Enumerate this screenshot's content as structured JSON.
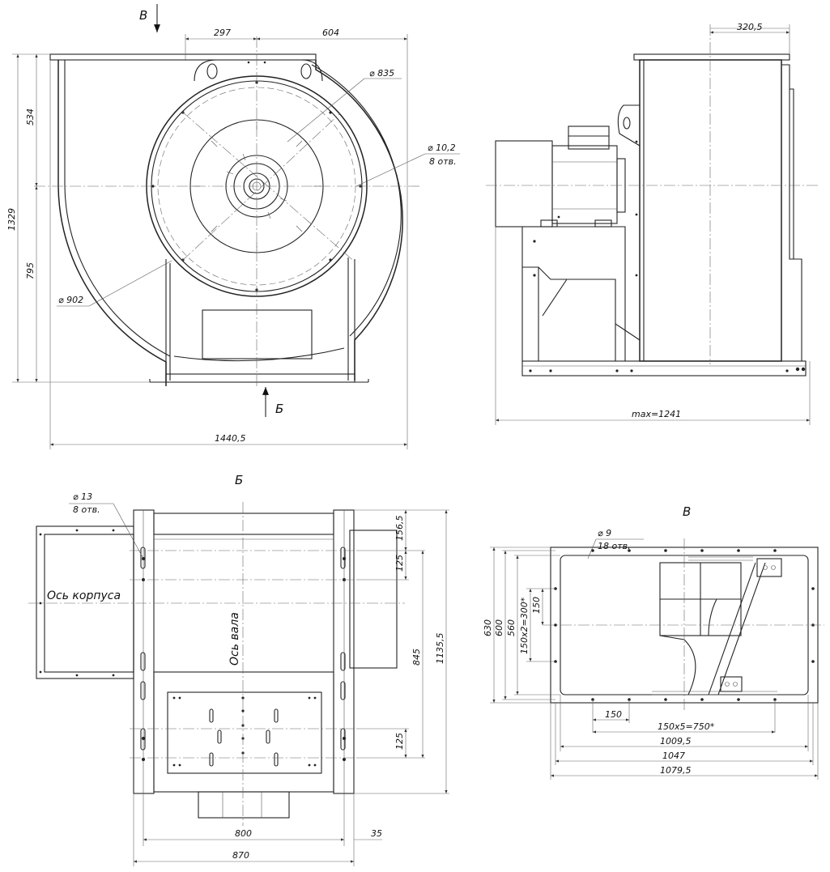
{
  "front_view": {
    "arrow_top": "В",
    "arrow_bottom": "Б",
    "dim_297": "297",
    "dim_604": "604",
    "dim_534": "534",
    "dim_795": "795",
    "dim_1329": "1329",
    "dim_1440": "1440,5",
    "dia_835": "⌀ 835",
    "dia_902": "⌀ 902",
    "dia_10": "⌀ 10,2",
    "holes_8": "8 отв."
  },
  "side_view": {
    "dim_320": "320,5",
    "dim_max": "max=1241"
  },
  "bottom_view": {
    "title": "Б",
    "dia_13": "⌀ 13",
    "holes_8": "8 отв.",
    "axis_body": "Ось корпуса",
    "axis_shaft": "Ось вала",
    "dim_156": "156,5",
    "dim_125a": "125",
    "dim_125b": "125",
    "dim_845": "845",
    "dim_1135": "1135,5",
    "dim_800": "800",
    "dim_35": "35",
    "dim_870": "870"
  },
  "outlet_view": {
    "title": "В",
    "dia_9": "⌀ 9",
    "holes_18": "18 отв.",
    "dim_630": "630",
    "dim_600": "600",
    "dim_560": "560",
    "dim_300": "150x2=300*",
    "dim_150v": "150",
    "dim_150h": "150",
    "dim_750": "150x5=750*",
    "dim_1009": "1009,5",
    "dim_1047": "1047",
    "dim_1079": "1079,5"
  }
}
